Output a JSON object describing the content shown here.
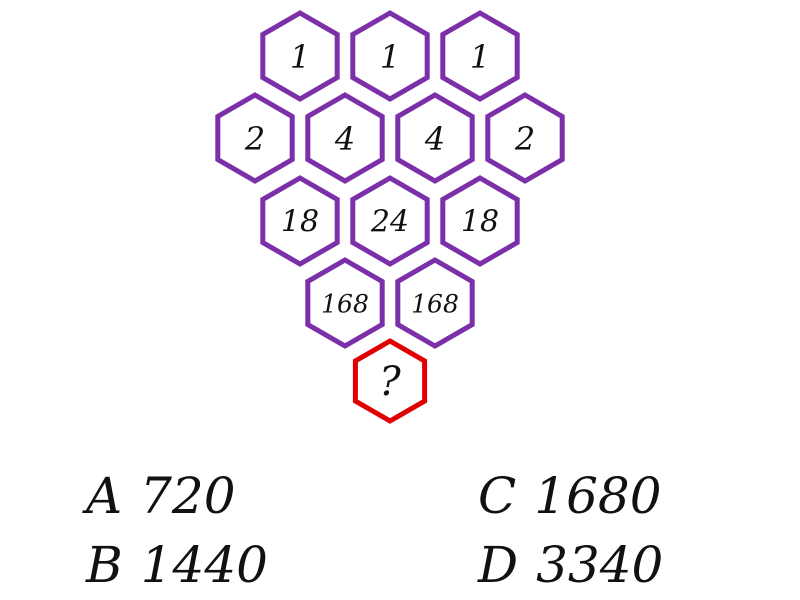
{
  "colors": {
    "hex_border": "#7B2FA8",
    "question_border": "#E00000",
    "text": "#111111"
  },
  "puzzle": {
    "rows": [
      [
        "1",
        "1",
        "1"
      ],
      [
        "2",
        "4",
        "4",
        "2"
      ],
      [
        "18",
        "24",
        "18"
      ],
      [
        "168",
        "168"
      ],
      [
        "?"
      ]
    ]
  },
  "answers": [
    {
      "letter": "A",
      "value": "720"
    },
    {
      "letter": "B",
      "value": "1440"
    },
    {
      "letter": "C",
      "value": "1680"
    },
    {
      "letter": "D",
      "value": "3340"
    }
  ]
}
